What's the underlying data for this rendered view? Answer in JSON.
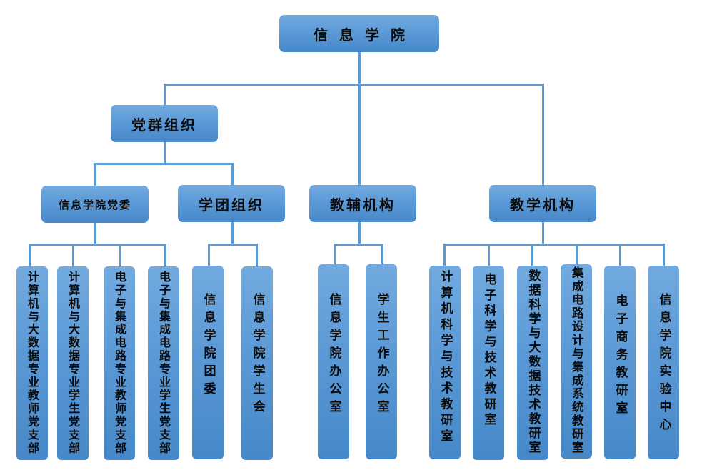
{
  "colors": {
    "box_top": "#72aadf",
    "box_bottom": "#4688c8",
    "connector": "#5b9bd5",
    "text": "#0b0b0b"
  },
  "root": {
    "label": "信息学院"
  },
  "branches": [
    {
      "label": "党群组织",
      "children": [
        {
          "label": "信息学院党委",
          "children": [
            {
              "label": "计算机与大数据专业教师党支部"
            },
            {
              "label": "计算机与大数据专业学生党支部"
            },
            {
              "label": "电子与集成电路专业教师党支部"
            },
            {
              "label": "电子与集成电路专业学生党支部"
            }
          ]
        },
        {
          "label": "学团组织",
          "children": [
            {
              "label": "信息学院团委"
            },
            {
              "label": "信息学院学生会"
            }
          ]
        }
      ]
    },
    {
      "label": "教辅机构",
      "children": [
        {
          "label": "信息学院办公室"
        },
        {
          "label": "学生工作办公室"
        }
      ]
    },
    {
      "label": "教学机构",
      "children": [
        {
          "label": "计算机科学与技术教研室"
        },
        {
          "label": "电子科学与技术教研室"
        },
        {
          "label": "数据科学与大数据技术教研室"
        },
        {
          "label": "集成电路设计与集成系统教研室"
        },
        {
          "label": "电子商务教研室"
        },
        {
          "label": "信息学院实验中心"
        }
      ]
    }
  ]
}
